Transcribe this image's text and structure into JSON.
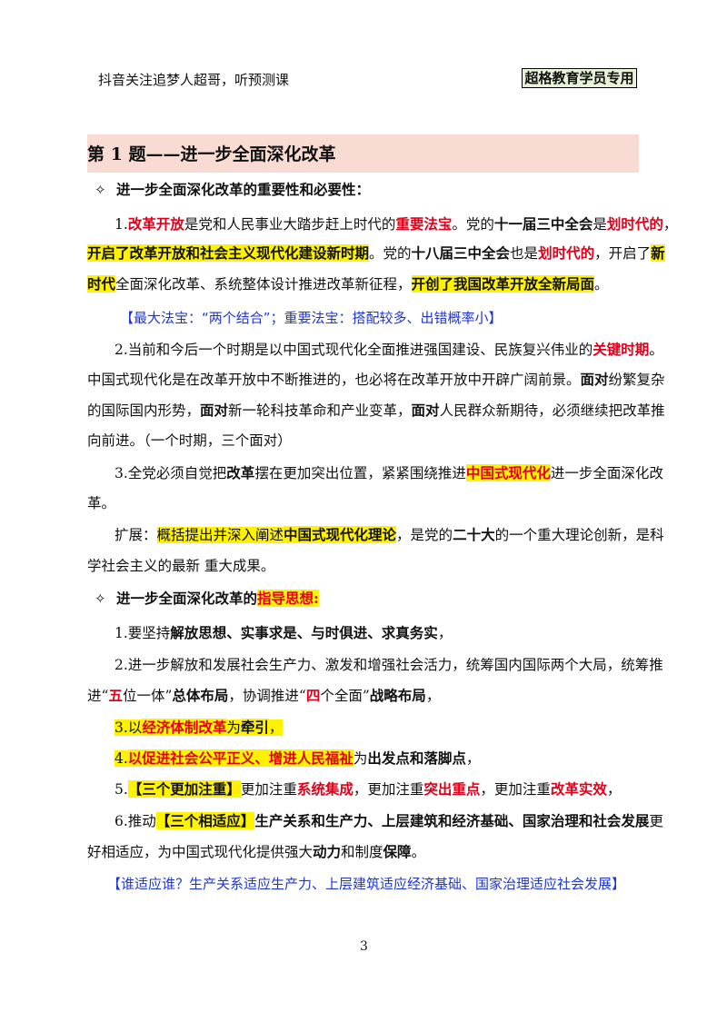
{
  "header": {
    "left": "抖音关注追梦人超哥，听预测课",
    "right": "超格教育学员专用"
  },
  "title": "第 1 题——进一步全面深化改革",
  "section1": {
    "bullet": "✧",
    "heading": "进一步全面深化改革的重要性和必要性："
  },
  "p1": {
    "a": "1.",
    "b": "改革开放",
    "c": "是党和人民事业大踏步赶上时代的",
    "d": "重要法宝",
    "e": "。党的",
    "f": "十一届三中全会",
    "g": "是",
    "h": "划时代的",
    "i": "，",
    "j": "开启了改革开放和社会主义现代化建设新时期",
    "k": "。党的",
    "l": "十八届三中全会",
    "m": "也是",
    "n": "划时代的",
    "o": "，开启了",
    "p": "新",
    "q": "时代",
    "r": "全面深化改革、系统整体设计推进改革新征程，",
    "s": "开创了我国改革开放全新局面",
    "t": "。"
  },
  "note1": "【最大法宝：“两个结合”；重要法宝：搭配较多、出错概率小】",
  "p2": {
    "a": "2.当前和今后一个时期是以中国式现代化全面推进强国建设、民族复兴伟业的",
    "b": "关键时期",
    "c": "。",
    "d": "中国式现代化是在改革开放中不断推进的，也必将在改革开放中开辟广阔前景。",
    "e": "面对",
    "f": "纷繁复杂",
    "g": "的国际国内形势，",
    "h": "面对",
    "i": "新一轮科技革命和产业变革，",
    "j": "面对",
    "k": "人民群众新期待，必须继续把改革推",
    "l": "向前进。（一个时期，三个面对）"
  },
  "p3": {
    "a": "3.全党必须自觉把",
    "b": "改革",
    "c": "摆在更加突出位置，紧紧围绕推进",
    "d": "中国式现代化",
    "e": "进一步全面深化改",
    "f": "革。"
  },
  "p4": {
    "a": "扩展：",
    "b": "概括提出并深入阐述",
    "c": "中国式现代化理论",
    "d": "，是党的",
    "e": "二十大",
    "f": "的一个重大理论创新，是科",
    "g": "学社会主义的最新 重大成果。"
  },
  "section2": {
    "bullet": "✧",
    "heading_a": "进一步全面深化改革的",
    "heading_b": "指导思想:"
  },
  "g1": {
    "a": "1.要坚持",
    "b": "解放思想、实事求是、与时俱进、求真务实",
    "c": "，"
  },
  "g2": {
    "a": "2.进一步解放和发展社会生产力、激发和增强社会活力，统筹国内国际两个大局，统筹推",
    "b": "进“",
    "c": "五",
    "d": "位一体”",
    "e": "总体布局",
    "f": "，协调推进“",
    "g": "四",
    "h": "个全面”",
    "i": "战略布局",
    "j": "，"
  },
  "g3": {
    "a": "3.",
    "b": "以",
    "c": "经济体制改革",
    "d": "为",
    "e": "牵引",
    "f": "，"
  },
  "g4": {
    "a": "4.",
    "b": "以促进社会公平正义、增进人民福祉",
    "c": "为",
    "d": "出发点和落脚点",
    "e": "，"
  },
  "g5": {
    "a": "5.",
    "b": "【三个更加注重】",
    "c": "更加注重",
    "d": "系统集成",
    "e": "，更加注重",
    "f": "突出重点",
    "g": "，更加注重",
    "h": "改革实效",
    "i": "，"
  },
  "g6": {
    "a": "6.推动",
    "b": "【三个相适应】",
    "c": "生产关系和生产力、上层建筑和经济基础、国家治理和社会发展",
    "d": "更",
    "e": "好相适应，为中国式现代化提供强大",
    "f": "动力",
    "g": "和制度",
    "h": "保障",
    "i": "。"
  },
  "note2": "【谁适应谁？生产关系适应生产力、上层建筑适应经济基础、国家治理适应社会发展】",
  "page_number": "3",
  "colors": {
    "red": "#e1001a",
    "highlight": "#fff200",
    "blue": "#1f36d6",
    "title_bg": "#f8dcd4",
    "badge_bg": "#e7f2d9"
  }
}
